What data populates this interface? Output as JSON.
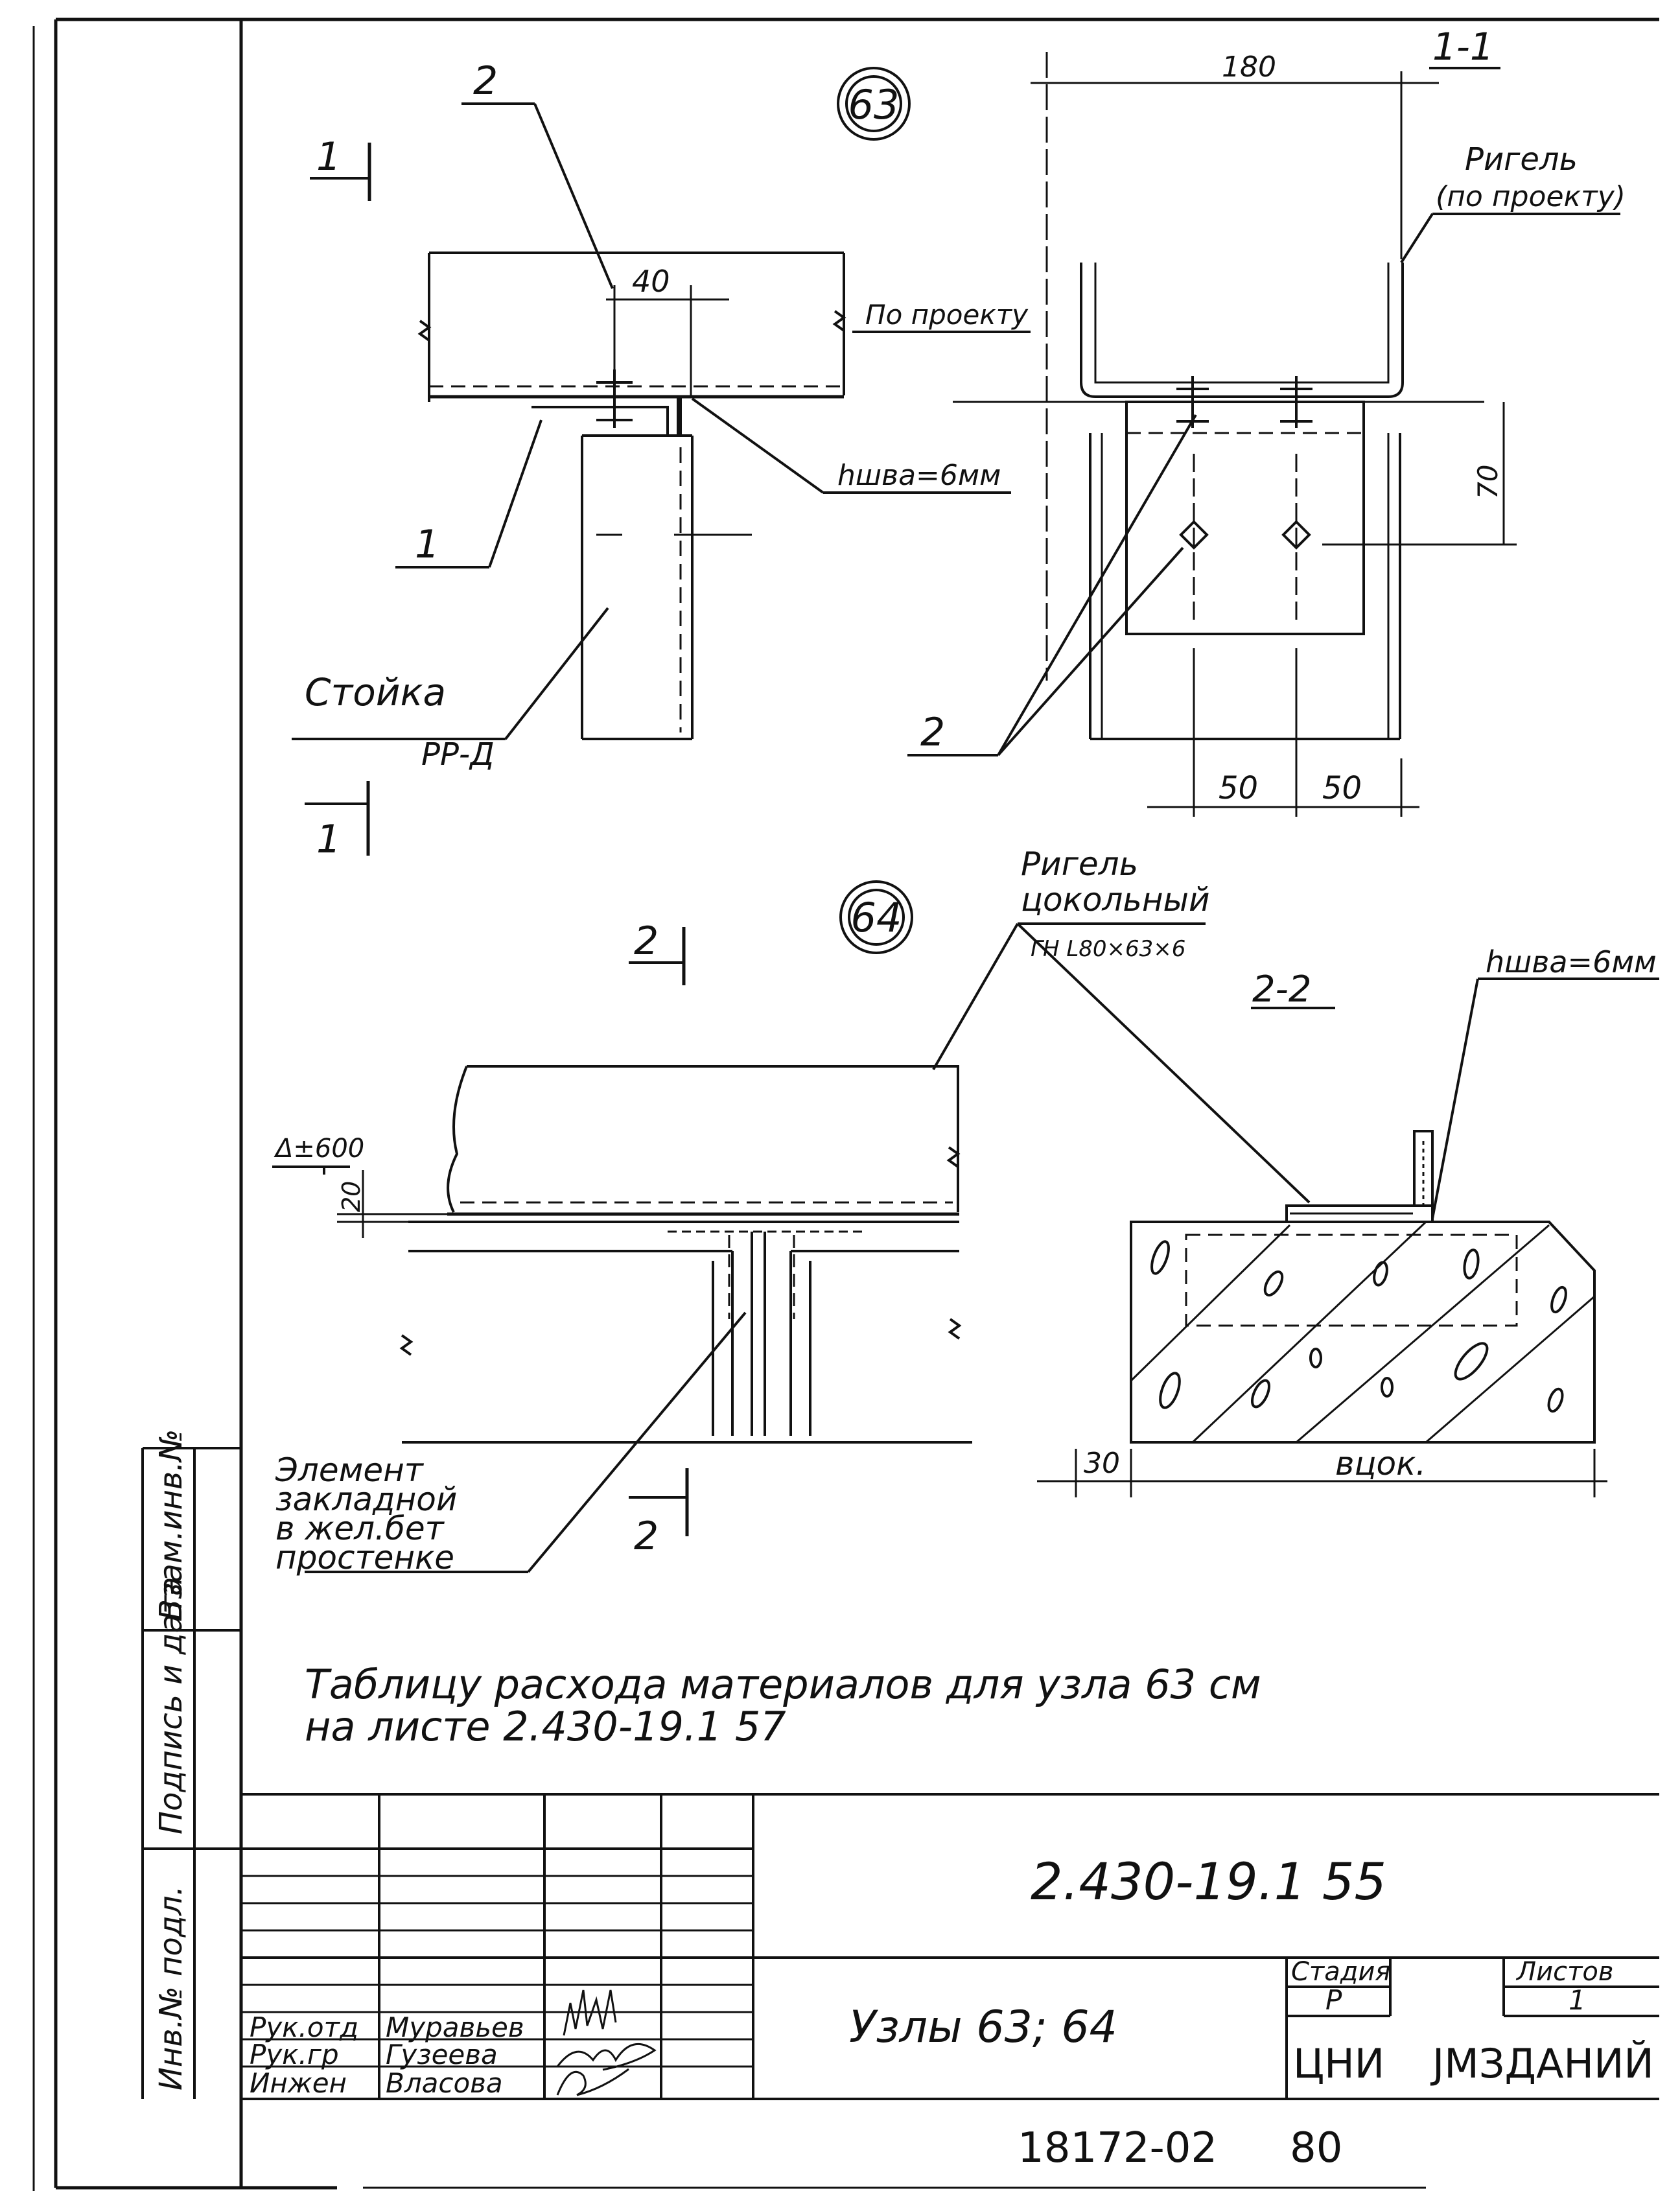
{
  "node63": {
    "marker": "63",
    "section_mark": "1",
    "leader_2": "2",
    "leader_1": "1",
    "dim_40": "40",
    "per_project": "По проекту",
    "weld": "hшва=6мм",
    "post_label_line1": "Стойка",
    "post_label_line2": "РР-Д"
  },
  "section11": {
    "title": "1-1",
    "dim_180": "180",
    "riegel_line1": "Ригель",
    "riegel_line2": "(по проекту)",
    "dim_70": "70",
    "leader_2": "2",
    "dim_50a": "50",
    "dim_50b": "50"
  },
  "node64": {
    "marker": "64",
    "section_mark": "2",
    "riegel_line1": "Ригель",
    "riegel_line2": "цокольный",
    "riegel_line3": "ГН L80×63×6",
    "elev": "Δ±600",
    "dim_20": "20",
    "embed_line1": "Элемент",
    "embed_line2": "закладной",
    "embed_line3": "в жел.бет",
    "embed_line4": "простенке"
  },
  "section22": {
    "title": "2-2",
    "weld": "hшва=6мм",
    "dim_30": "30",
    "width_label": "вцок."
  },
  "note": {
    "line1": "Таблицу расхода материалов для узла 63 см",
    "line2": "на листе 2.430-19.1 57"
  },
  "title_block": {
    "doc_code": "2.430-19.1 55",
    "sheet_title": "Узлы 63; 64",
    "stage_header": "Стадия",
    "stage_value": "Р",
    "sheet_header": "Листов",
    "sheet_value": "1",
    "org_left": "ЦНИ",
    "org_right": "ЈМЗДАНИЙ",
    "roles": [
      "Рук.отд",
      "Рук.гр",
      "Инжен"
    ],
    "names": [
      "Муравьев",
      "Гузеева",
      "Власова"
    ],
    "archive_no": "18172-02",
    "format_no": "80"
  },
  "side_stamps": {
    "inv_replace": "Взам.инв.№",
    "sign_date": "Подпись и дата",
    "inv_orig": "Инв.№ подл."
  }
}
